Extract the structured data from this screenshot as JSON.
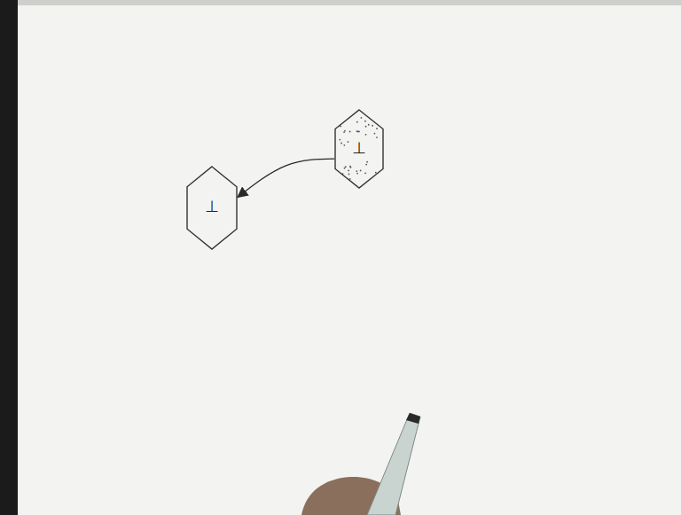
{
  "diagram": {
    "nodes": [
      {
        "text": [
          "⊥"
        ]
      },
      {
        "text": [
          "⊥"
        ]
      }
    ],
    "edges": [
      {
        "from": 1,
        "to": 0,
        "arrow": "to"
      }
    ]
  }
}
